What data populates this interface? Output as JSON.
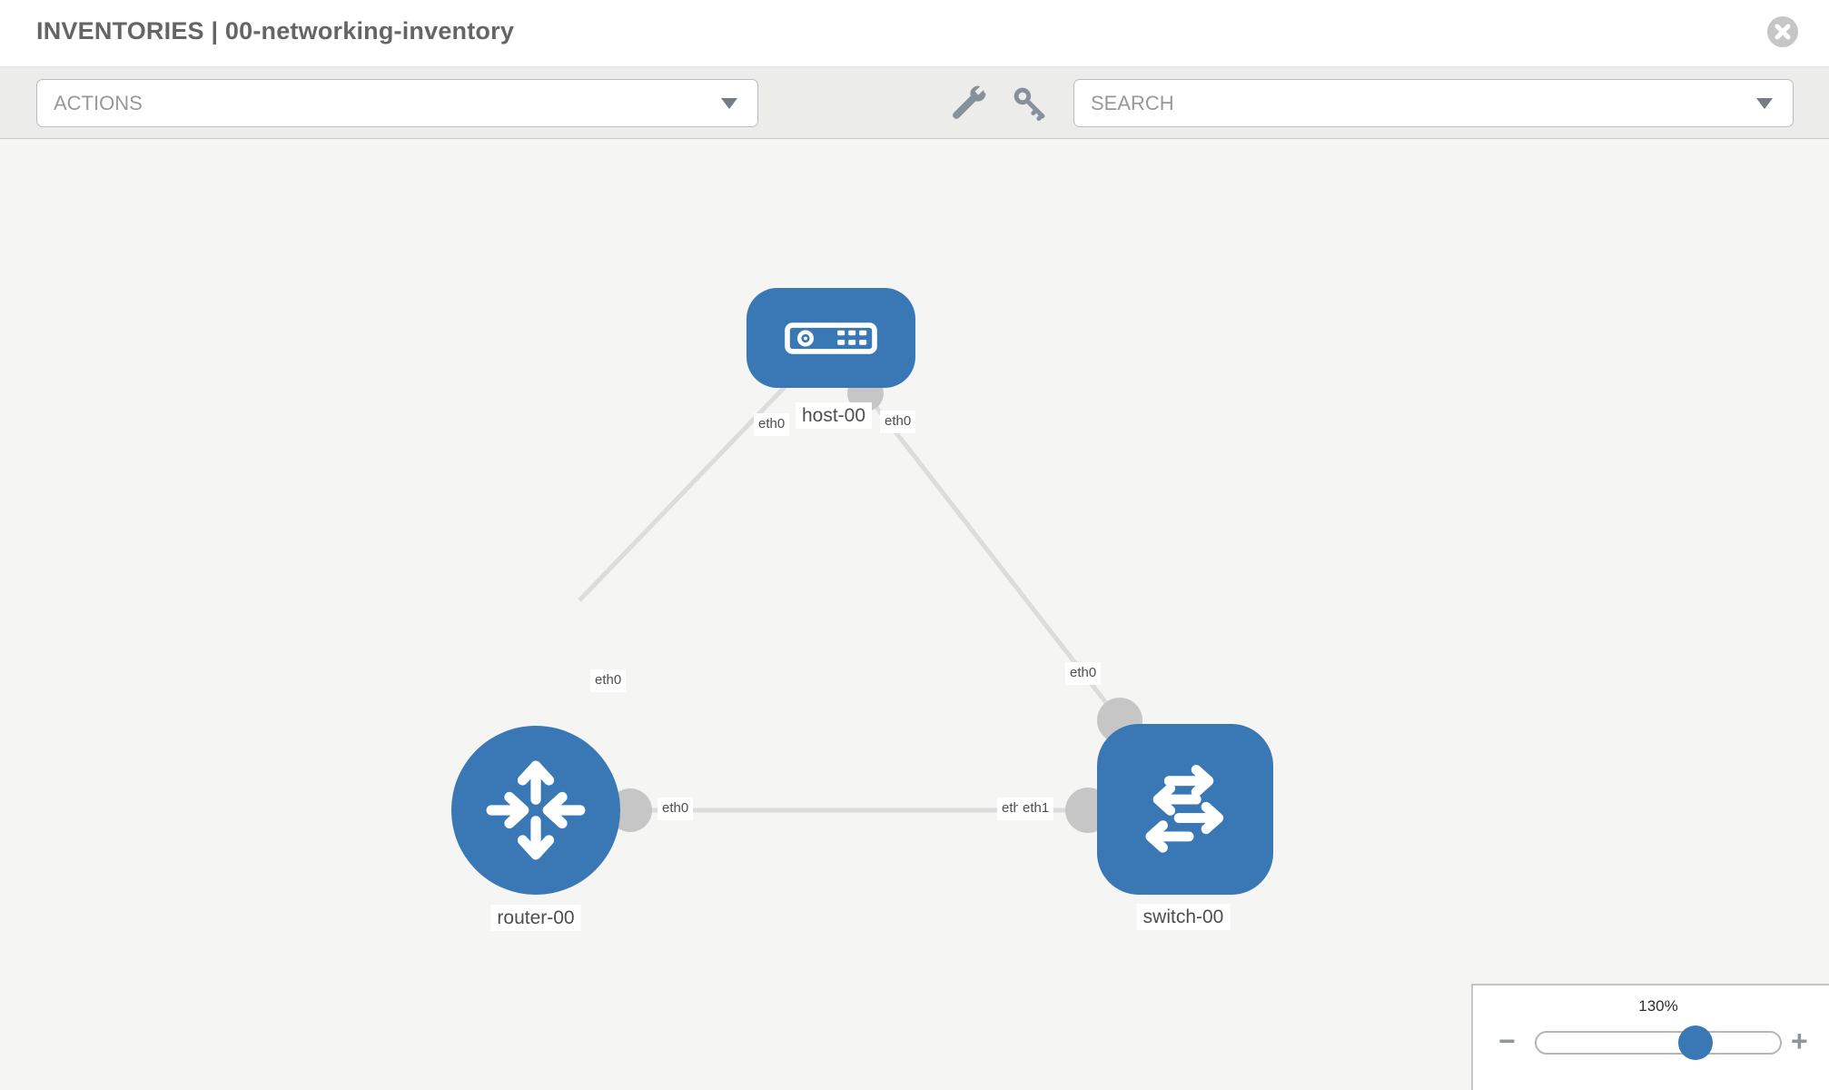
{
  "header": {
    "title": "INVENTORIES | 00-networking-inventory",
    "close_icon": "circle-x-icon"
  },
  "toolbar": {
    "actions_dropdown": {
      "value": "ACTIONS"
    },
    "search_dropdown": {
      "value": "SEARCH"
    },
    "tool_icons": [
      "wrench-icon",
      "key-icon"
    ]
  },
  "diagram": {
    "nodes": [
      {
        "id": "host-00",
        "type": "host",
        "label": "host-00",
        "icon": "server-icon"
      },
      {
        "id": "router-00",
        "type": "router",
        "label": "router-00",
        "icon": "router-arrows-icon"
      },
      {
        "id": "switch-00",
        "type": "switch",
        "label": "switch-00",
        "icon": "switch-arrows-icon"
      }
    ],
    "links": [
      {
        "from": "host-00",
        "from_if": "eth0",
        "to": "router-00",
        "to_if": "eth0"
      },
      {
        "from": "host-00",
        "from_if": "eth0",
        "to": "switch-00",
        "to_if": "eth0"
      },
      {
        "from": "router-00",
        "from_if": "eth0",
        "to": "switch-00",
        "to_if": "eth1"
      }
    ]
  },
  "zoom_control": {
    "level": "130%",
    "minus": "−",
    "plus": "+"
  },
  "colors": {
    "node_blue": "#3a78b5",
    "link_gray": "#dcdcdc",
    "connector_gray": "#c6c6c6",
    "canvas_bg": "#f5f5f4",
    "toolbar_bg": "#ececeb"
  }
}
